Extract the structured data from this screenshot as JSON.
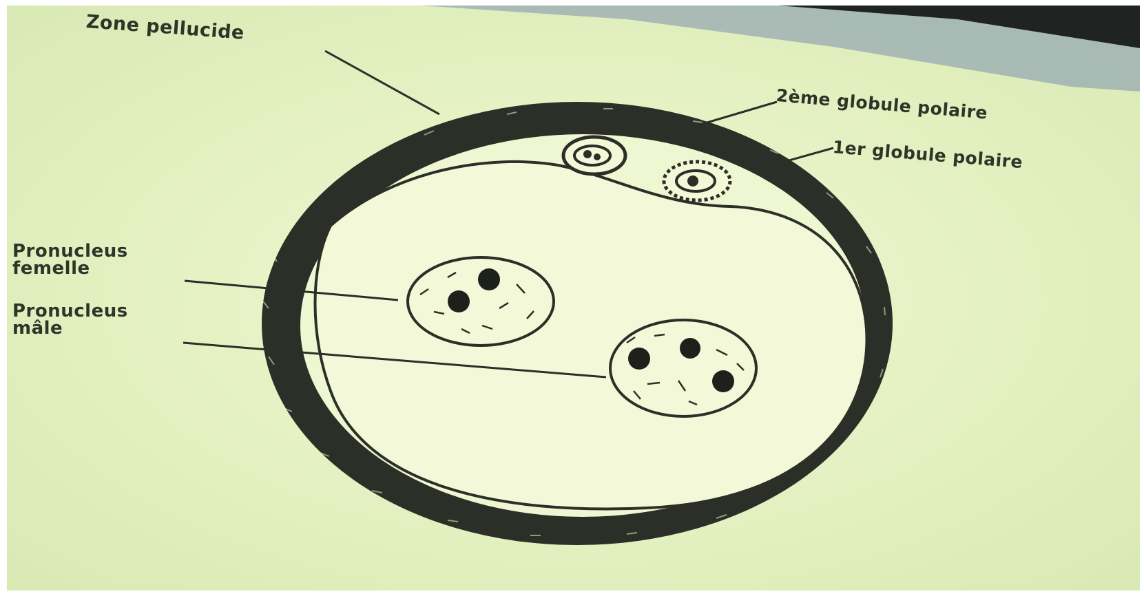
{
  "labels": {
    "zone_pellucide": "Zone pellucide",
    "second_polar_body": "2ème globule polaire",
    "first_polar_body": "1er globule polaire",
    "pronucleus_female_line1": "Pronucleus",
    "pronucleus_female_line2": "femelle",
    "pronucleus_male_line1": "Pronucleus",
    "pronucleus_male_line2": "mâle"
  },
  "colors": {
    "background": "#e6f2c4",
    "ink": "#2f3429",
    "shade": "#8fa3a8"
  }
}
